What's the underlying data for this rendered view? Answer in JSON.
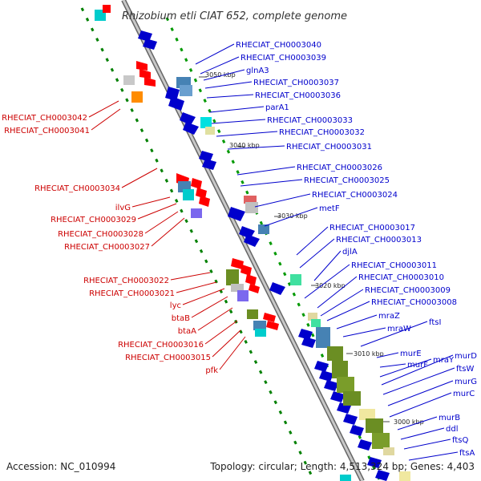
{
  "title": "Rhizobium etli CIAT 652, complete genome",
  "footer": {
    "accession": "Accession: NC_010994",
    "summary": "Topology: circular; Length: 4,513,324 bp; Genes: 4,403"
  },
  "colors": {
    "plus_strand": "#ff0000",
    "minus_strand": "#0000cc",
    "label_plus": "#cc0000",
    "label_minus": "#0000cc",
    "backbone": "#999999",
    "gc_dots": "#009900"
  },
  "kbp_ticks": [
    "3050 kbp",
    "3040 kbp",
    "3030 kbp",
    "3020 kbp",
    "3010 kbp",
    "3000 kbp"
  ],
  "labels_right": [
    "RHECIAT_CH0003040",
    "RHECIAT_CH0003039",
    "glnA3",
    "RHECIAT_CH0003037",
    "RHECIAT_CH0003036",
    "parA1",
    "RHECIAT_CH0003033",
    "RHECIAT_CH0003032",
    "RHECIAT_CH0003031",
    "RHECIAT_CH0003026",
    "RHECIAT_CH0003025",
    "RHECIAT_CH0003024",
    "metF",
    "RHECIAT_CH0003017",
    "RHECIAT_CH0003013",
    "djlA",
    "RHECIAT_CH0003011",
    "RHECIAT_CH0003010",
    "RHECIAT_CH0003009",
    "RHECIAT_CH0003008",
    "mraZ",
    "mraW",
    "ftsI",
    "murE",
    "murF",
    "mraY",
    "murD",
    "ftsW",
    "murG",
    "murC",
    "murB",
    "ddl",
    "ftsQ",
    "ftsA"
  ],
  "labels_left": [
    "RHECIAT_CH0003042",
    "RHECIAT_CH0003041",
    "RHECIAT_CH0003034",
    "ilvG",
    "RHECIAT_CH0003029",
    "RHECIAT_CH0003028",
    "RHECIAT_CH0003027",
    "RHECIAT_CH0003022",
    "RHECIAT_CH0003021",
    "lyc",
    "btaB",
    "btaA",
    "RHECIAT_CH0003016",
    "RHECIAT_CH0003015",
    "pfk"
  ]
}
